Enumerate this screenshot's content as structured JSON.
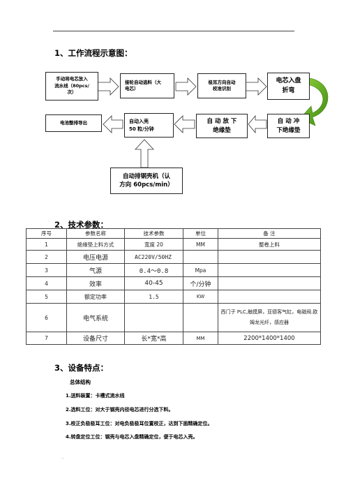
{
  "section1": {
    "title": "1、工作流程示意图："
  },
  "flow": {
    "b1": [
      "手动将电芯放入",
      "流水线（80pcs/",
      "次）"
    ],
    "b2": [
      "接轮自动选料（大",
      "电芯）"
    ],
    "b3": [
      "极耳方向自动",
      "校准识别"
    ],
    "b4": [
      "电芯入盘",
      "折弯"
    ],
    "b5": [
      "自 动 冲",
      "下绝缘垫"
    ],
    "b6": [
      "自 动 放 下",
      "绝缘垫"
    ],
    "b7": [
      "自动入壳",
      "50 粒/分钟"
    ],
    "b8": [
      "电池整排导出"
    ],
    "b9": [
      "自动排钢壳机（认",
      "方向 60pcs/min）"
    ]
  },
  "section2": {
    "title": "2、技术参数："
  },
  "table": {
    "headers": [
      "序号",
      "参数名称",
      "技术参数",
      "单位",
      "备      注"
    ],
    "rows": [
      [
        "1",
        "绝缘垫上料方式",
        "宽度 20",
        "MM",
        "整卷上料"
      ],
      [
        "2",
        "电压电源",
        "AC220V/50HZ",
        "",
        ""
      ],
      [
        "3",
        "气源",
        "0.4～0.8",
        "Mpa",
        ""
      ],
      [
        "4",
        "效率",
        "40-45",
        "个/分钟",
        ""
      ],
      [
        "5",
        "额定功率",
        "1.5",
        "KW",
        ""
      ],
      [
        "6",
        "电气系统",
        "",
        "",
        "西门子 PLC,触摸屏，亚德客气缸，电磁阀.欧姆龙光纤，感应器"
      ],
      [
        "7",
        "设备尺寸",
        "长*宽*高",
        "MM",
        "2200*1400*1400"
      ]
    ]
  },
  "section3": {
    "title": "3、设备特点：",
    "subtitle": "总体结构",
    "items": [
      "1.送料装置：卡槽式流水线",
      "2.选料工位：对大于钢壳内径电芯进行分选下料。",
      "3.校正负极极耳工位：对电负极极耳位置校正，达到下面精确定位。",
      "4.转盘定位工位：钢壳与电芯入盘精确定位，便于电芯入壳。"
    ]
  },
  "footer": {
    "mark": ".."
  }
}
